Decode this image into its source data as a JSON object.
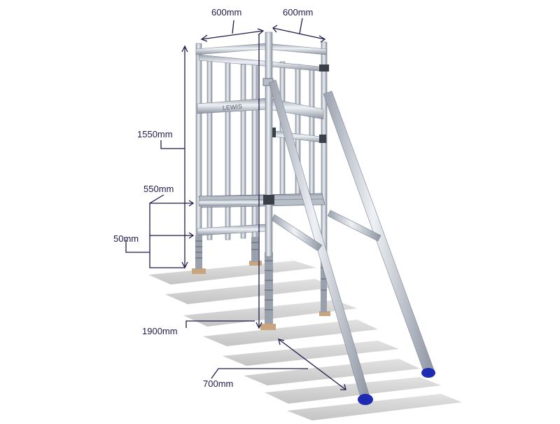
{
  "labels": {
    "width_left": "600mm",
    "width_right": "600mm",
    "height_upper": "1550mm",
    "height_mid": "550mm",
    "height_low": "50mm",
    "height_total": "1900mm",
    "step_span": "700mm"
  },
  "frame_brand": "LEWIS",
  "colors": {
    "dimension_line": "#1e1b4b",
    "tube": "#c9ced6",
    "tube_edge": "#7c8593",
    "stair": "#d0d0d0",
    "base_plate": "#caa47a",
    "foot_cap": "#1d2bb3"
  }
}
